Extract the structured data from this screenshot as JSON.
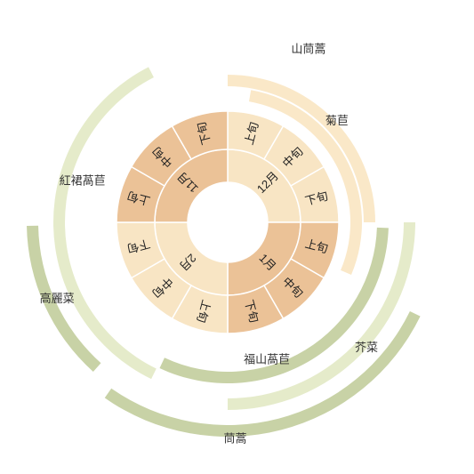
{
  "chart_data": {
    "type": "sunburst",
    "title": "",
    "months": [
      {
        "name": "12月",
        "color": "#f8e5c4",
        "periods": [
          "上旬",
          "中旬",
          "下旬"
        ]
      },
      {
        "name": "1月",
        "color": "#ebc297",
        "periods": [
          "上旬",
          "中旬",
          "下旬"
        ]
      },
      {
        "name": "2月",
        "color": "#f8e5c4",
        "periods": [
          "上旬",
          "中旬",
          "下旬"
        ]
      },
      {
        "name": "11月",
        "color": "#ebc297",
        "periods": [
          "上旬",
          "中旬",
          "下旬"
        ]
      }
    ],
    "crops": [
      {
        "name": "菊苣",
        "color": "#fae8c8",
        "start_deg": 10,
        "end_deg": 113
      },
      {
        "name": "山茼蒿",
        "color": "#fae8c8",
        "start_deg": 0,
        "end_deg": 90
      },
      {
        "name": "福山萵苣",
        "color": "#c8d2a6",
        "start_deg": 92,
        "end_deg": 205
      },
      {
        "name": "紅裙萵苣",
        "color": "#e5ebca",
        "start_deg": 206,
        "end_deg": 333
      },
      {
        "name": "芥菜",
        "color": "#e5ebca",
        "start_deg": 90,
        "end_deg": 180
      },
      {
        "name": "高麗菜",
        "color": "#c8d2a6",
        "start_deg": 222,
        "end_deg": 269
      },
      {
        "name": "茼蒿",
        "color": "#c8d2a6",
        "start_deg": 116,
        "end_deg": 215
      }
    ]
  }
}
